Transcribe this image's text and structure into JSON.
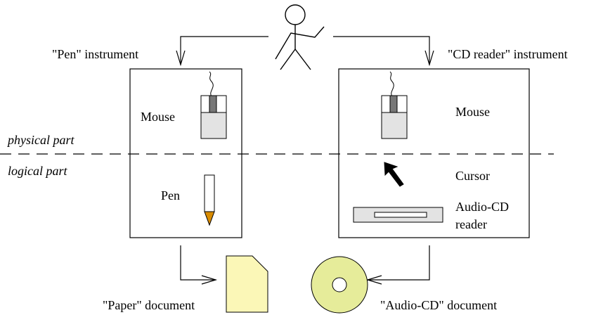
{
  "labels": {
    "pen_instrument": "\"Pen\" instrument",
    "cd_instrument": "\"CD reader\" instrument",
    "physical_part": "physical part",
    "logical_part": "logical part",
    "left_mouse": "Mouse",
    "left_pen": "Pen",
    "right_mouse": "Mouse",
    "right_cursor": "Cursor",
    "right_reader_line1": "Audio-CD",
    "right_reader_line2": "reader",
    "paper_document": "\"Paper\" document",
    "cd_document": "\"Audio-CD\" document"
  },
  "icons": {
    "user": "stick-figure-icon",
    "mouse": "mouse-icon",
    "pen": "pen-icon",
    "cursor": "arrow-cursor-icon",
    "cd_reader": "cd-reader-icon",
    "paper": "paper-document-icon",
    "cd": "compact-disc-icon"
  },
  "colors": {
    "paper_fill": "#fbf7b7",
    "cd_fill": "#e6ec9a",
    "mouse_fill": "#e3e3e3",
    "mouse_button_dark": "#777777",
    "pen_tip": "#d98c00",
    "reader_fill": "#e3e3e3"
  }
}
